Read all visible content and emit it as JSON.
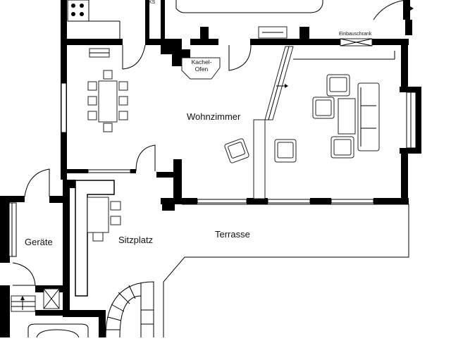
{
  "rooms": {
    "wohnzimmer": "Wohnzimmer",
    "terrasse": "Terrasse",
    "sitzplatz": "Sitzplatz",
    "geraete": "Geräte"
  },
  "fixtures": {
    "kachelofen_line1": "Kachel-",
    "kachelofen_line2": "Ofen",
    "einbauschrank": "Einbauschrank",
    "ks": "KS"
  }
}
